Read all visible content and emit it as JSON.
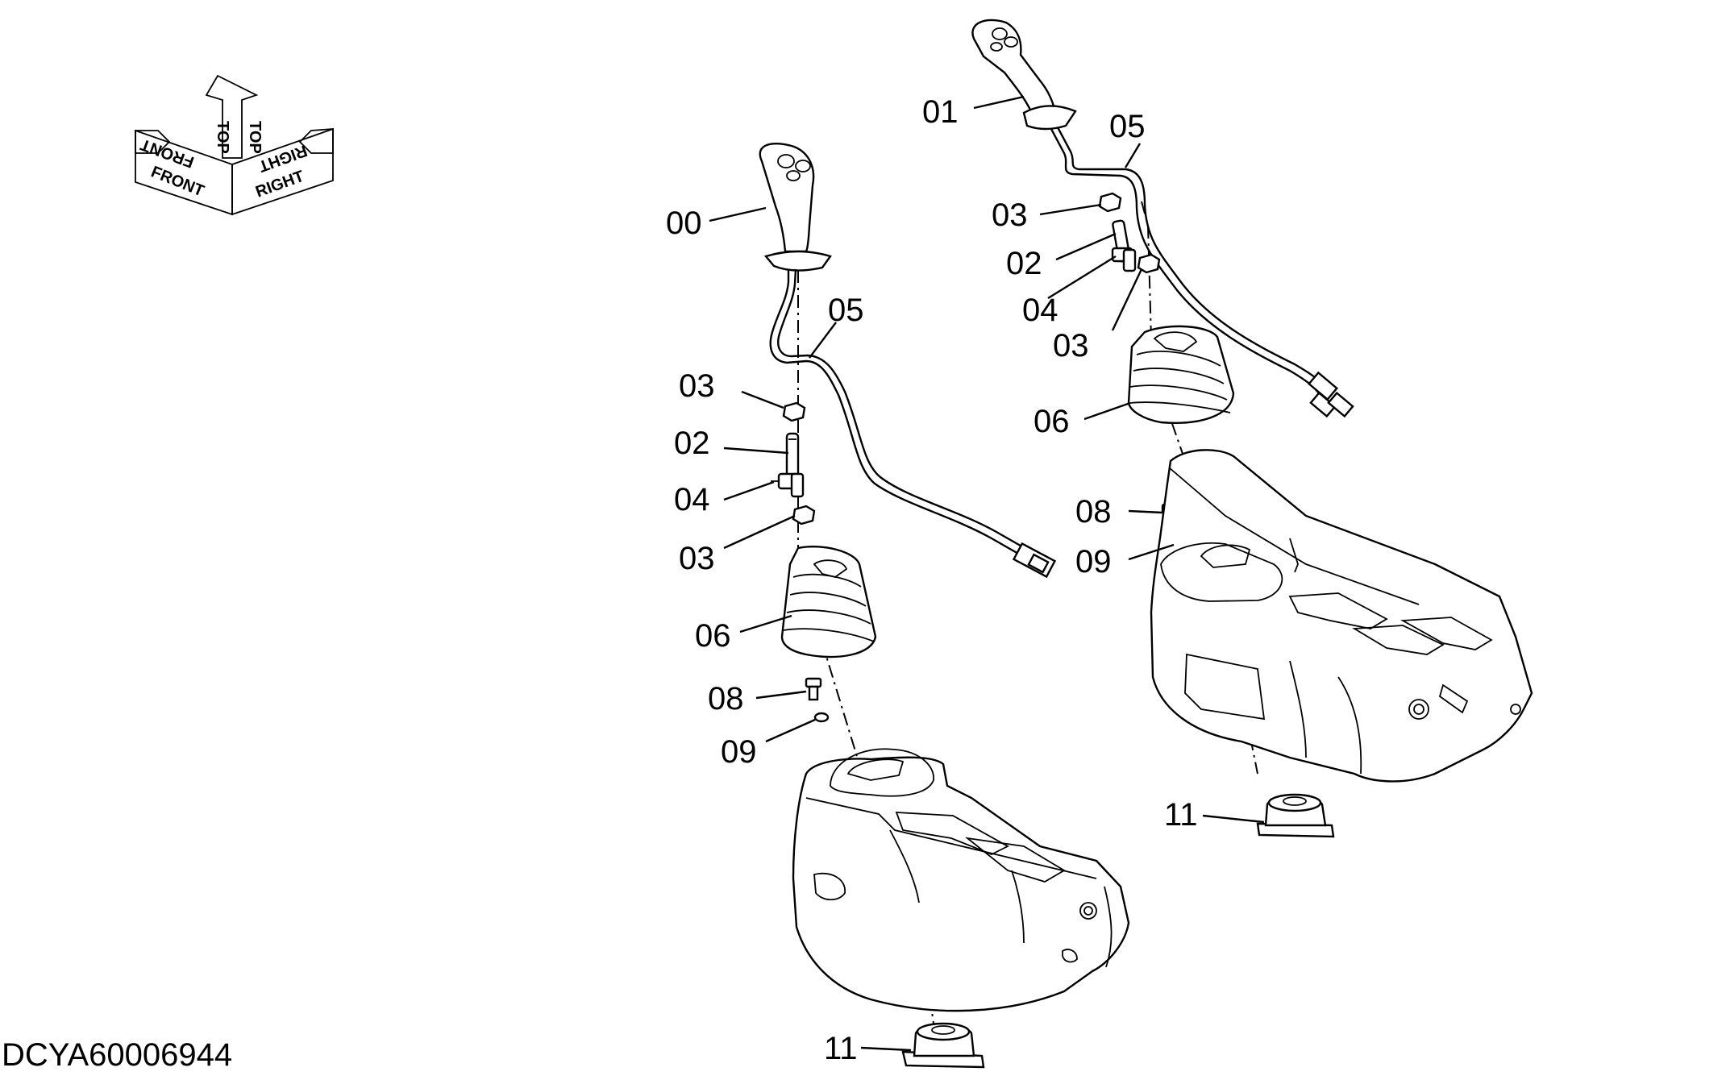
{
  "document_id": "DCYA60006944",
  "orientation": {
    "front": "FRONT",
    "top": "TOP",
    "right": "RIGHT"
  },
  "callouts": {
    "left": {
      "p00": "00",
      "p05": "05",
      "p03a": "03",
      "p02": "02",
      "p04": "04",
      "p03b": "03",
      "p06": "06",
      "p08": "08",
      "p09": "09",
      "p11": "11"
    },
    "right": {
      "p01": "01",
      "p05": "05",
      "p03a": "03",
      "p02": "02",
      "p04": "04",
      "p03b": "03",
      "p06": "06",
      "p08": "08",
      "p09": "09",
      "p11": "11"
    }
  }
}
